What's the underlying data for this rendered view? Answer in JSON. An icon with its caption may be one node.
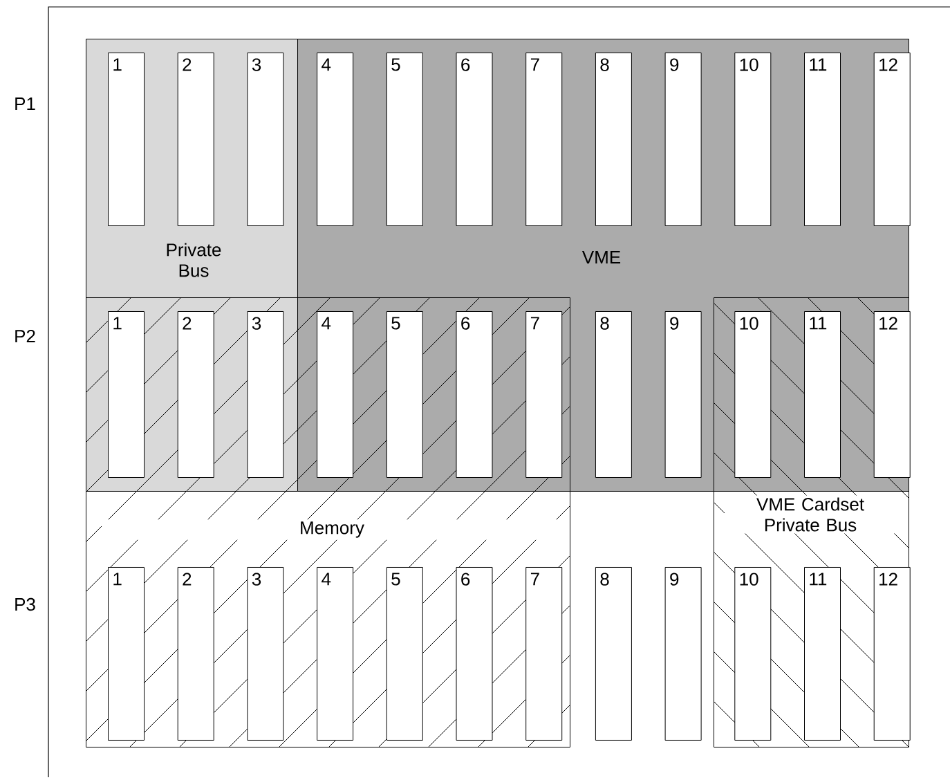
{
  "diagram": {
    "nodes": [
      {
        "text": [
          "Private Bus"
        ]
      },
      {
        "text": [
          "VME"
        ]
      },
      {
        "text": [
          "Memory"
        ]
      },
      {
        "text": [
          "VME Cardset Private Bus"
        ]
      },
      {
        "text": [
          "1"
        ],
        "in": 0
      },
      {
        "text": [
          "2"
        ],
        "in": 0
      },
      {
        "text": [
          "3"
        ],
        "in": 0
      },
      {
        "text": [
          "4"
        ],
        "in": 1
      },
      {
        "text": [
          "5"
        ],
        "in": 1
      },
      {
        "text": [
          "6"
        ],
        "in": 1
      },
      {
        "text": [
          "7"
        ],
        "in": 1
      },
      {
        "text": [
          "8"
        ],
        "in": 1
      },
      {
        "text": [
          "9"
        ],
        "in": 1
      },
      {
        "text": [
          "10"
        ],
        "in": 1
      },
      {
        "text": [
          "11"
        ],
        "in": 1
      },
      {
        "text": [
          "12"
        ],
        "in": 1
      },
      {
        "text": [
          "1"
        ]
      },
      {
        "text": [
          "2"
        ]
      },
      {
        "text": [
          "3"
        ]
      },
      {
        "text": [
          "4"
        ]
      },
      {
        "text": [
          "5"
        ]
      },
      {
        "text": [
          "6"
        ]
      },
      {
        "text": [
          "7"
        ]
      },
      {
        "text": [
          "8"
        ],
        "in": 1
      },
      {
        "text": [
          "9"
        ],
        "in": 1
      },
      {
        "text": [
          "10"
        ]
      },
      {
        "text": [
          "11"
        ]
      },
      {
        "text": [
          "12"
        ]
      },
      {
        "text": [
          "1"
        ],
        "in": 2
      },
      {
        "text": [
          "2"
        ],
        "in": 2
      },
      {
        "text": [
          "3"
        ],
        "in": 2
      },
      {
        "text": [
          "4"
        ],
        "in": 2
      },
      {
        "text": [
          "5"
        ],
        "in": 2
      },
      {
        "text": [
          "6"
        ],
        "in": 2
      },
      {
        "text": [
          "7"
        ],
        "in": 2
      },
      {
        "text": [
          "8"
        ]
      },
      {
        "text": [
          "9"
        ]
      },
      {
        "text": [
          "10"
        ],
        "in": 3
      },
      {
        "text": [
          "11"
        ],
        "in": 3
      },
      {
        "text": [
          "12"
        ],
        "in": 3
      }
    ],
    "labels": [
      "P1",
      "P2",
      "P3"
    ]
  }
}
